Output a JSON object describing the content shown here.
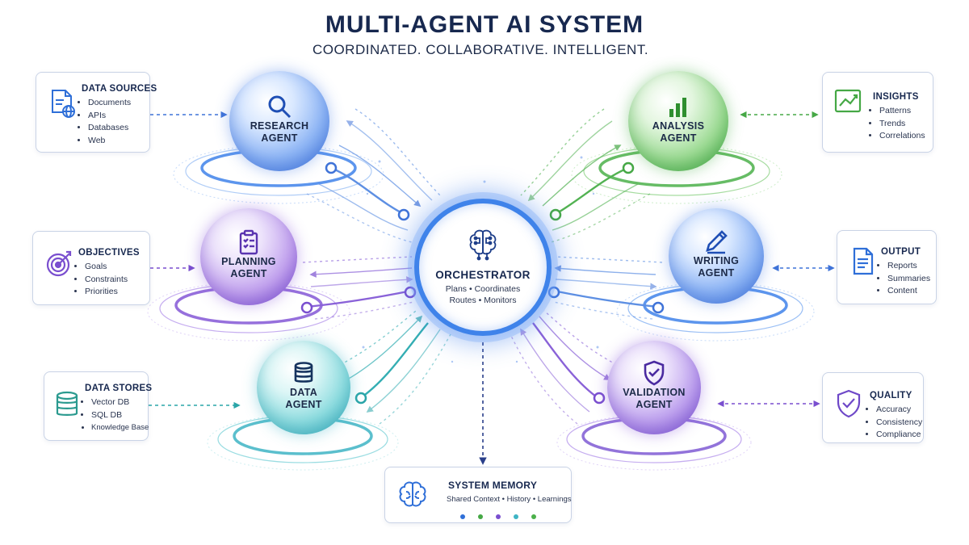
{
  "header": {
    "title": "MULTI-AGENT AI SYSTEM",
    "subtitle": "COORDINATED. COLLABORATIVE. INTELLIGENT."
  },
  "orchestrator": {
    "title": "ORCHESTRATOR",
    "line1": "Plans • Coordinates",
    "line2": "Routes • Monitors",
    "icon": "brain-circuit-icon"
  },
  "agents": {
    "research": {
      "line1": "RESEARCH",
      "line2": "AGENT",
      "icon": "magnifier-icon",
      "color": "#4a7fe0"
    },
    "analysis": {
      "line1": "ANALYSIS",
      "line2": "AGENT",
      "icon": "bar-chart-icon",
      "color": "#4bb04a"
    },
    "planning": {
      "line1": "PLANNING",
      "line2": "AGENT",
      "icon": "clipboard-icon",
      "color": "#8457d6"
    },
    "writing": {
      "line1": "WRITING",
      "line2": "AGENT",
      "icon": "pen-icon",
      "color": "#4a7fe0"
    },
    "data": {
      "line1": "DATA",
      "line2": "AGENT",
      "icon": "database-icon",
      "color": "#3eb4c4"
    },
    "validation": {
      "line1": "VALIDATION",
      "line2": "AGENT",
      "icon": "shield-check-icon",
      "color": "#7f5ad4"
    }
  },
  "info_boxes": {
    "data_sources": {
      "title": "DATA SOURCES",
      "items": [
        "Documents",
        "APIs",
        "Databases",
        "Web"
      ],
      "icon": "document-globe-icon",
      "color": "#2f6fd8"
    },
    "objectives": {
      "title": "OBJECTIVES",
      "items": [
        "Goals",
        "Constraints",
        "Priorities"
      ],
      "icon": "target-icon",
      "color": "#7a4fcf"
    },
    "data_stores": {
      "title": "DATA STORES",
      "items": [
        "Vector DB",
        "SQL DB",
        "Knowledge Base"
      ],
      "icon": "database-icon",
      "color": "#2b9a8f"
    },
    "insights": {
      "title": "INSIGHTS",
      "items": [
        "Patterns",
        "Trends",
        "Correlations"
      ],
      "icon": "trend-chart-icon",
      "color": "#45a845"
    },
    "output": {
      "title": "OUTPUT",
      "items": [
        "Reports",
        "Summaries",
        "Content"
      ],
      "icon": "document-icon",
      "color": "#2f6fd8"
    },
    "quality": {
      "title": "QUALITY",
      "items": [
        "Accuracy",
        "Consistency",
        "Compliance"
      ],
      "icon": "shield-check-icon",
      "color": "#6e48c8"
    }
  },
  "memory": {
    "title": "SYSTEM MEMORY",
    "subtitle": "Shared Context • History • Learnings",
    "icon": "brain-icon",
    "dot_colors": [
      "#2f6fd8",
      "#45a845",
      "#7a4fcf",
      "#3eb4c4",
      "#4bb04a"
    ]
  }
}
